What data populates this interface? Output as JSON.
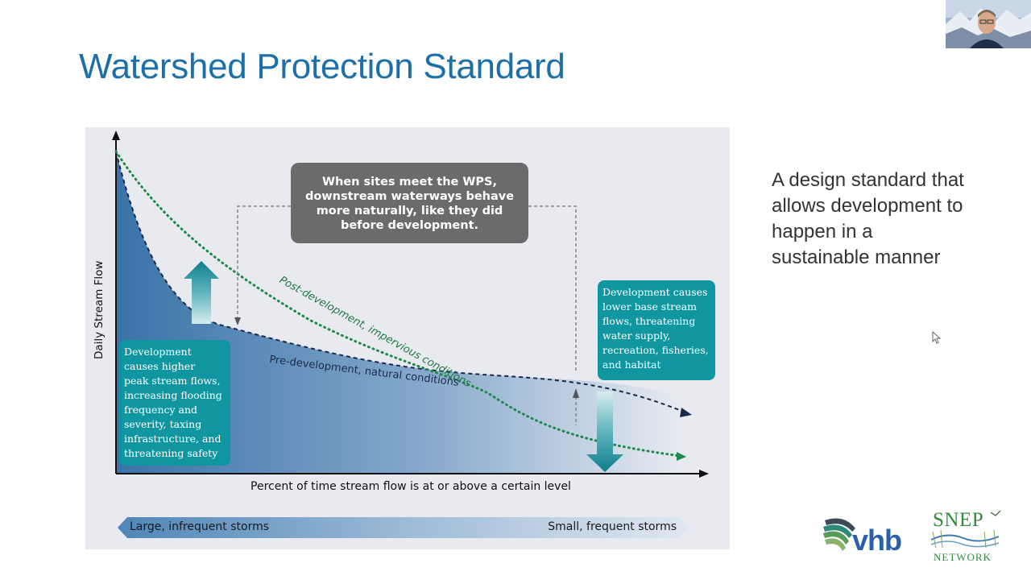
{
  "slide": {
    "title": "Watershed Protection Standard",
    "side_text_lines": [
      "A design standard that",
      "allows development to",
      "happen in a",
      "sustainable manner"
    ]
  },
  "figure": {
    "wps_box_lines": [
      "When sites meet the WPS,",
      "downstream waterways behave",
      "more naturally, like they did",
      "before development."
    ],
    "left_box_lines": [
      "Development",
      "causes higher",
      "peak stream flows,",
      "increasing flooding",
      "frequency and",
      "severity, taxing",
      "infrastructure, and",
      "threatening safety"
    ],
    "right_box_lines": [
      "Development causes",
      "lower base stream",
      "flows, threatening",
      "water supply,",
      "recreation, fisheries,",
      "and habitat"
    ],
    "y_axis_label": "Daily Stream Flow",
    "x_axis_label": "Percent of time stream flow is at or above a certain level",
    "post_dev_label": "Post-development, impervious conditions",
    "pre_dev_label": "Pre-development, natural conditions",
    "storm_left": "Large, infrequent storms",
    "storm_right": "Small, frequent storms"
  },
  "logos": {
    "vhb": "vhb",
    "snep_top": "SNEP",
    "snep_bottom": "NETWORK"
  },
  "icons": {
    "webcam": "webcam-thumbnail",
    "cursor": "mouse-pointer-icon"
  },
  "colors": {
    "title": "#1d6fa8",
    "teal": "#0f96a0",
    "pre_dev_line": "#1b2a4a",
    "post_dev_line": "#1e8a4a",
    "wps_box": "#6b6b6b"
  }
}
